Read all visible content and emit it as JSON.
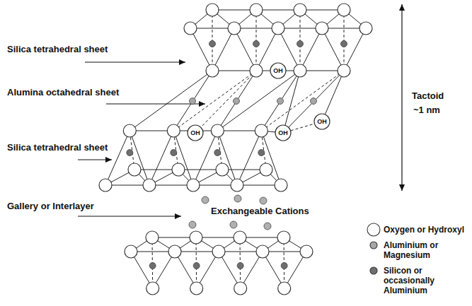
{
  "diagram": {
    "labels": [
      "Silica tetrahedral sheet",
      "Alumina octahedral sheet",
      "Silica tetrahedral sheet",
      "Gallery or Interlayer",
      "Exchangeable Cations",
      "Tactoid",
      "~1 nm",
      "OH",
      "OH",
      "OH",
      "OH"
    ],
    "legend": [
      {
        "text": "Oxygen or Hydroxyl",
        "color": "#ffffff"
      },
      {
        "text": "Aluminium or Magnesium",
        "color": "#a6a6a6"
      },
      {
        "text": "Silicon or occasionally Aluminium",
        "color": "#6e6e6e"
      }
    ]
  }
}
